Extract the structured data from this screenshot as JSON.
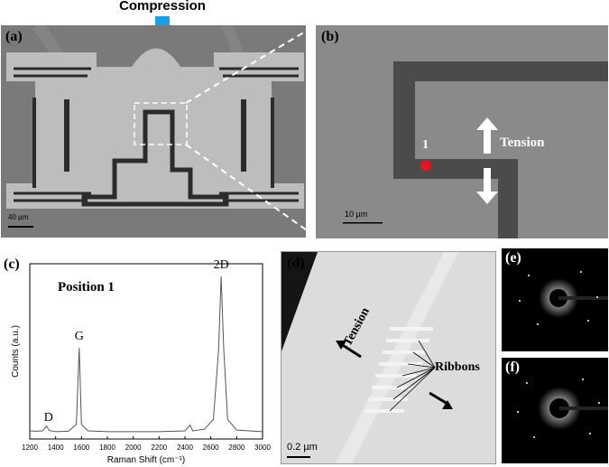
{
  "figure": {
    "compression_label": "Compression",
    "panel_a": {
      "label": "(a)",
      "scale_bar": "40 µm"
    },
    "panel_b": {
      "label": "(b)",
      "scale_bar": "10 µm",
      "point_label": "1",
      "tension_label": "Tension"
    },
    "panel_c": {
      "label": "(c)",
      "position_title": "Position 1"
    },
    "panel_d": {
      "label": "(d)",
      "tension_label": "Tension",
      "ribbons_label": "Ribbons",
      "scale_bar": "0.2 µm"
    },
    "panel_e": {
      "label": "(e)"
    },
    "panel_f": {
      "label": "(f)"
    }
  },
  "chart_data": {
    "type": "line",
    "xlabel": "Raman Shift (cm⁻¹)",
    "ylabel": "Counts (a.u.)",
    "xlim": [
      1200,
      3000
    ],
    "x_ticks": [
      1200,
      1400,
      1600,
      1800,
      2000,
      2200,
      2400,
      2600,
      2800,
      3000
    ],
    "y_ticks_shown": false,
    "series": [
      {
        "points": [
          [
            1200,
            0.05
          ],
          [
            1250,
            0.048
          ],
          [
            1300,
            0.05
          ],
          [
            1330,
            0.08
          ],
          [
            1350,
            0.052
          ],
          [
            1400,
            0.045
          ],
          [
            1500,
            0.048
          ],
          [
            1560,
            0.09
          ],
          [
            1582,
            0.56
          ],
          [
            1600,
            0.09
          ],
          [
            1650,
            0.05
          ],
          [
            1800,
            0.045
          ],
          [
            2000,
            0.045
          ],
          [
            2200,
            0.045
          ],
          [
            2400,
            0.05
          ],
          [
            2440,
            0.085
          ],
          [
            2460,
            0.05
          ],
          [
            2550,
            0.06
          ],
          [
            2620,
            0.12
          ],
          [
            2660,
            0.55
          ],
          [
            2680,
            1.0
          ],
          [
            2700,
            0.55
          ],
          [
            2730,
            0.12
          ],
          [
            2800,
            0.055
          ],
          [
            3000,
            0.045
          ]
        ]
      }
    ],
    "peak_labels": [
      {
        "text": "D",
        "x": 1345,
        "y": 0.1
      },
      {
        "text": "G",
        "x": 1582,
        "y": 0.6
      },
      {
        "text": "2D",
        "x": 2680,
        "y": 1.04
      }
    ]
  }
}
